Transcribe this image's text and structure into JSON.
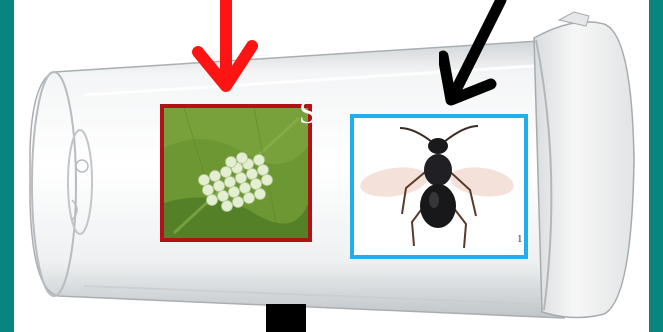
{
  "scene": {
    "background_color": "#07867f",
    "panel_color": "#ffffff"
  },
  "eggs_photo": {
    "border_color": "#b01218",
    "leaf_color": "#5f8e2e",
    "egg_color": "#e4efd2"
  },
  "wasp_photo": {
    "border_color": "#1fb0ec"
  },
  "overlay_letter": "S",
  "corner_mark": "1",
  "arrows": {
    "red": {
      "color": "#ff1414",
      "direction": "down"
    },
    "black": {
      "color": "#000000",
      "direction": "down-left"
    }
  },
  "bottom_mark": {
    "color": "#000000"
  }
}
